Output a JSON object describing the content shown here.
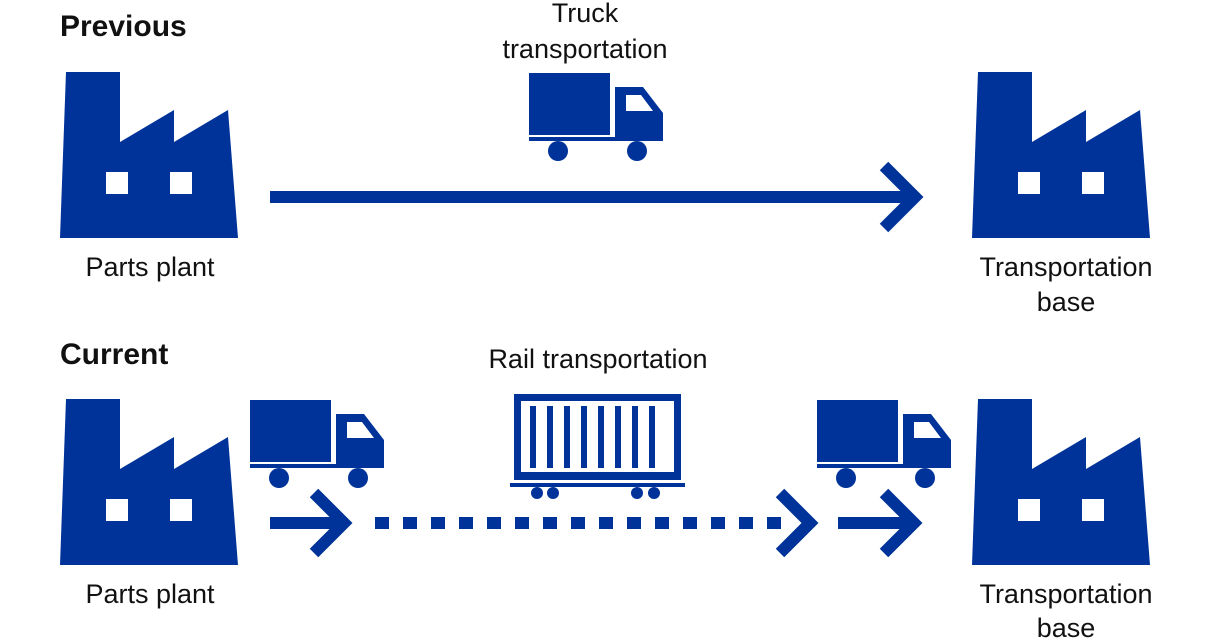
{
  "colors": {
    "icon": "#003399",
    "text": "#111111",
    "background": "#ffffff"
  },
  "previous": {
    "heading": "Previous",
    "origin_label": "Parts plant",
    "vehicle_label_line1": "Truck",
    "vehicle_label_line2": "transportation",
    "destination_label_line1": "Transportation",
    "destination_label_line2": "base",
    "icons": [
      "factory-icon",
      "truck-icon",
      "arrow-right-icon",
      "factory-icon"
    ]
  },
  "current": {
    "heading": "Current",
    "origin_label": "Parts plant",
    "rail_label": "Rail transportation",
    "destination_label_line1": "Transportation",
    "destination_label_line2": "base",
    "icons": [
      "factory-icon",
      "truck-icon",
      "arrow-right-icon",
      "freight-railcar-icon",
      "dotted-arrow-icon",
      "truck-icon",
      "arrow-right-icon",
      "factory-icon"
    ]
  }
}
